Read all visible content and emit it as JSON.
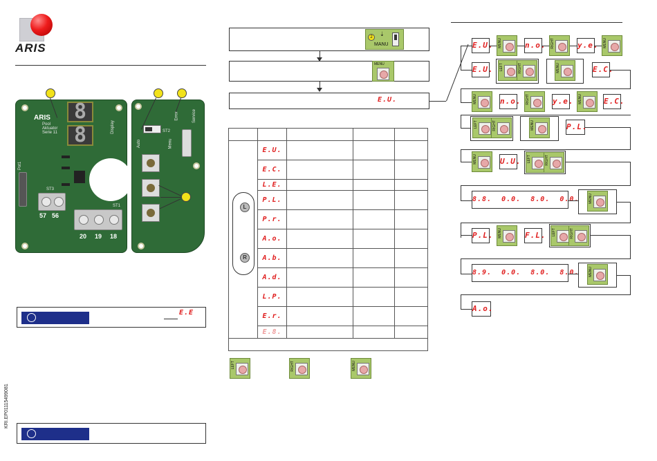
{
  "brand": {
    "logo_text": "ARIS"
  },
  "pcb": {
    "brand_label": "ARIS",
    "board_small": "Pool Aktuator\nSerie 11",
    "display_label": "Display",
    "terminals_a": [
      "57",
      "56"
    ],
    "terminals_b": [
      "20",
      "19",
      "18"
    ],
    "st3": "ST3",
    "st1": "ST1",
    "st2": "ST2",
    "left_conn": "Pot1",
    "auto_label": "Auto",
    "menu_label": "Menu",
    "error_label": "Error",
    "service_label": "Service"
  },
  "note1": {
    "code": "E.E"
  },
  "side_code": "KRI.EP01115499081",
  "steps": {
    "step1_num": "2",
    "step1_label": "MANU",
    "step2_label": "MENU",
    "step3_code": "E.U."
  },
  "table": {
    "codes": [
      "E.U.",
      "E.C.",
      "L.E.",
      "P.L.",
      "P.r.",
      "A.o.",
      "A.b.",
      "A.d.",
      "L.P.",
      "E.r.",
      "E.8."
    ],
    "icon_left": "L",
    "icon_right": "R"
  },
  "legend": {
    "left": "LEFT",
    "right": "RIGHT",
    "menu": "MENU"
  },
  "flow": {
    "menu": "MENU",
    "left": "LEFT",
    "right": "RIGHT",
    "r1": [
      "E.U.",
      "n.o.",
      "y.e."
    ],
    "r2": [
      "E.U.",
      "E.C."
    ],
    "r3": [
      "n.o.",
      "y.e.",
      "E.C."
    ],
    "r4": [
      "P.L."
    ],
    "r5": [
      "U.U."
    ],
    "r6": "8.8.  0.0.  8.0.  0.0.  8.8.",
    "r7": [
      "P.L.",
      "F.L."
    ],
    "r8": "8.9.  0.0.  8.0.  8.0.  0.8.",
    "r9": [
      "A.o."
    ]
  }
}
